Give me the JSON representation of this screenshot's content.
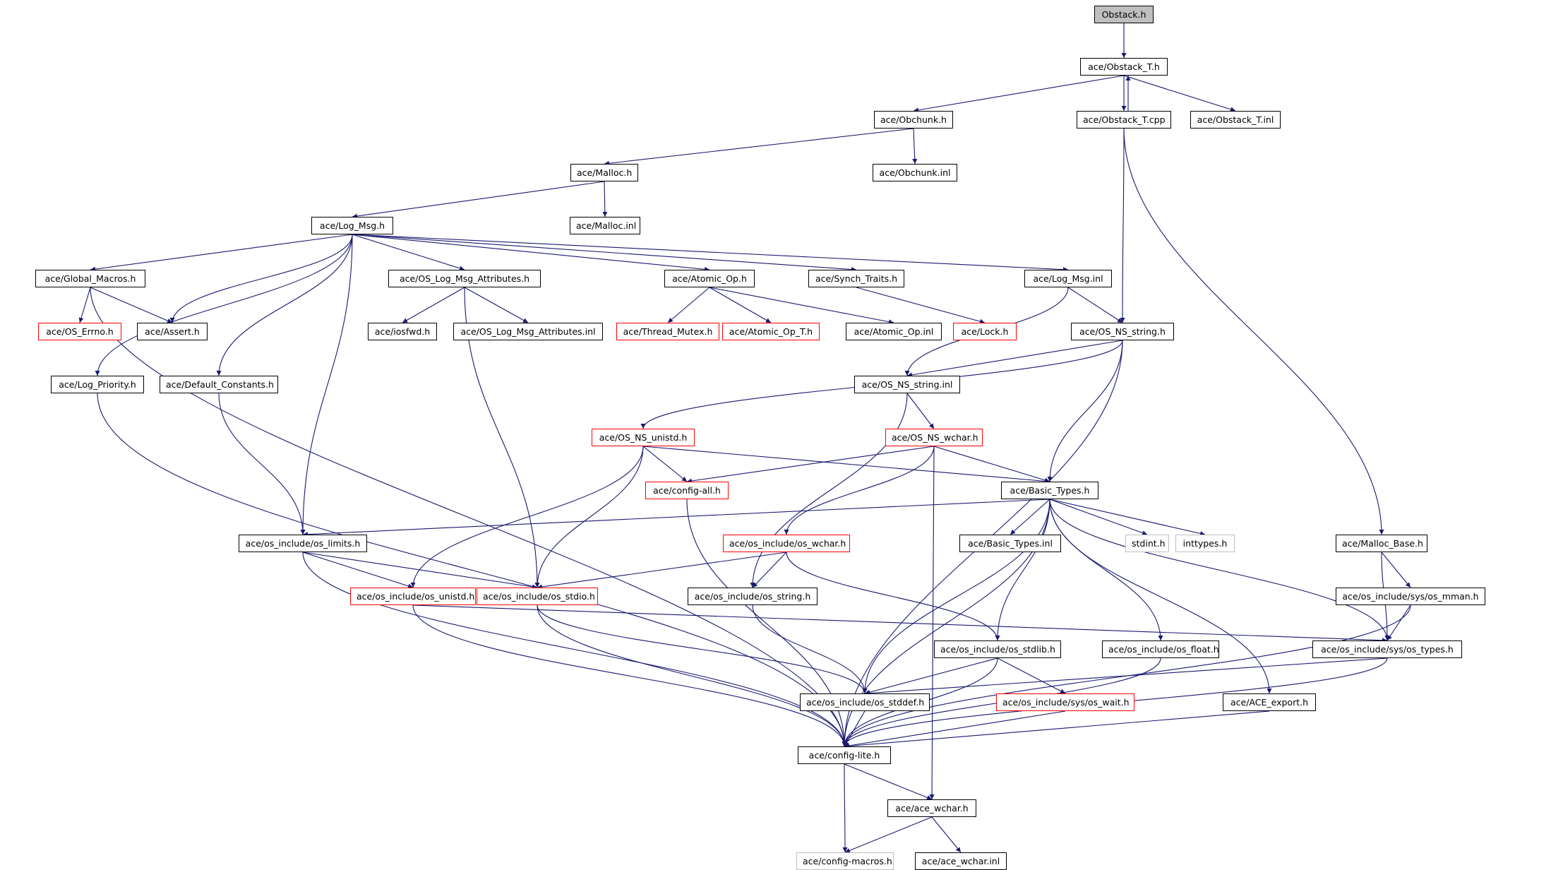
{
  "diagram": {
    "colors": {
      "edge": "#191970",
      "border_normal": "#000000",
      "border_incomplete": "#ff0000",
      "border_external": "#bfbfbf",
      "root_fill": "#bfbfbf"
    },
    "nodes": [
      {
        "id": "obstack",
        "label": "Obstack.h",
        "style": "root"
      },
      {
        "id": "obstack_t_h",
        "label": "ace/Obstack_T.h",
        "style": "normal"
      },
      {
        "id": "obchunk_h",
        "label": "ace/Obchunk.h",
        "style": "normal"
      },
      {
        "id": "obstack_t_cpp",
        "label": "ace/Obstack_T.cpp",
        "style": "normal"
      },
      {
        "id": "obstack_t_inl",
        "label": "ace/Obstack_T.inl",
        "style": "normal"
      },
      {
        "id": "malloc_h",
        "label": "ace/Malloc.h",
        "style": "normal"
      },
      {
        "id": "obchunk_inl",
        "label": "ace/Obchunk.inl",
        "style": "normal"
      },
      {
        "id": "log_msg_h",
        "label": "ace/Log_Msg.h",
        "style": "normal"
      },
      {
        "id": "malloc_inl",
        "label": "ace/Malloc.inl",
        "style": "normal"
      },
      {
        "id": "global_macros",
        "label": "ace/Global_Macros.h",
        "style": "normal"
      },
      {
        "id": "os_log_attr_h",
        "label": "ace/OS_Log_Msg_Attributes.h",
        "style": "normal"
      },
      {
        "id": "atomic_op_h",
        "label": "ace/Atomic_Op.h",
        "style": "normal"
      },
      {
        "id": "synch_traits",
        "label": "ace/Synch_Traits.h",
        "style": "normal"
      },
      {
        "id": "log_msg_inl",
        "label": "ace/Log_Msg.inl",
        "style": "normal"
      },
      {
        "id": "os_errno",
        "label": "ace/OS_Errno.h",
        "style": "incomplete"
      },
      {
        "id": "assert_h",
        "label": "ace/Assert.h",
        "style": "normal"
      },
      {
        "id": "iosfwd",
        "label": "ace/iosfwd.h",
        "style": "normal"
      },
      {
        "id": "os_log_attr_inl",
        "label": "ace/OS_Log_Msg_Attributes.inl",
        "style": "normal"
      },
      {
        "id": "thread_mutex",
        "label": "ace/Thread_Mutex.h",
        "style": "incomplete"
      },
      {
        "id": "atomic_op_t",
        "label": "ace/Atomic_Op_T.h",
        "style": "incomplete"
      },
      {
        "id": "atomic_op_inl",
        "label": "ace/Atomic_Op.inl",
        "style": "normal"
      },
      {
        "id": "lock_h",
        "label": "ace/Lock.h",
        "style": "incomplete"
      },
      {
        "id": "os_ns_string_h",
        "label": "ace/OS_NS_string.h",
        "style": "normal"
      },
      {
        "id": "log_priority",
        "label": "ace/Log_Priority.h",
        "style": "normal"
      },
      {
        "id": "default_constants",
        "label": "ace/Default_Constants.h",
        "style": "normal"
      },
      {
        "id": "os_ns_string_inl",
        "label": "ace/OS_NS_string.inl",
        "style": "normal"
      },
      {
        "id": "os_ns_unistd",
        "label": "ace/OS_NS_unistd.h",
        "style": "incomplete"
      },
      {
        "id": "os_ns_wchar",
        "label": "ace/OS_NS_wchar.h",
        "style": "incomplete"
      },
      {
        "id": "config_all",
        "label": "ace/config-all.h",
        "style": "incomplete"
      },
      {
        "id": "basic_types_h",
        "label": "ace/Basic_Types.h",
        "style": "normal"
      },
      {
        "id": "os_limits",
        "label": "ace/os_include/os_limits.h",
        "style": "normal"
      },
      {
        "id": "os_wchar",
        "label": "ace/os_include/os_wchar.h",
        "style": "incomplete"
      },
      {
        "id": "basic_types_inl",
        "label": "ace/Basic_Types.inl",
        "style": "normal"
      },
      {
        "id": "stdint",
        "label": "stdint.h",
        "style": "external"
      },
      {
        "id": "inttypes",
        "label": "inttypes.h",
        "style": "external"
      },
      {
        "id": "malloc_base",
        "label": "ace/Malloc_Base.h",
        "style": "normal"
      },
      {
        "id": "os_unistd",
        "label": "ace/os_include/os_unistd.h",
        "style": "incomplete"
      },
      {
        "id": "os_stdio",
        "label": "ace/os_include/os_stdio.h",
        "style": "incomplete"
      },
      {
        "id": "os_string",
        "label": "ace/os_include/os_string.h",
        "style": "normal"
      },
      {
        "id": "os_mman",
        "label": "ace/os_include/sys/os_mman.h",
        "style": "normal"
      },
      {
        "id": "os_stdlib",
        "label": "ace/os_include/os_stdlib.h",
        "style": "normal"
      },
      {
        "id": "os_float",
        "label": "ace/os_include/os_float.h",
        "style": "normal"
      },
      {
        "id": "os_types",
        "label": "ace/os_include/sys/os_types.h",
        "style": "normal"
      },
      {
        "id": "os_stddef",
        "label": "ace/os_include/os_stddef.h",
        "style": "normal"
      },
      {
        "id": "os_wait",
        "label": "ace/os_include/sys/os_wait.h",
        "style": "incomplete"
      },
      {
        "id": "ace_export",
        "label": "ace/ACE_export.h",
        "style": "normal"
      },
      {
        "id": "config_lite",
        "label": "ace/config-lite.h",
        "style": "normal"
      },
      {
        "id": "ace_wchar_h",
        "label": "ace/ace_wchar.h",
        "style": "normal"
      },
      {
        "id": "config_macros",
        "label": "ace/config-macros.h",
        "style": "external"
      },
      {
        "id": "ace_wchar_inl",
        "label": "ace/ace_wchar.inl",
        "style": "normal"
      }
    ],
    "edges": [
      [
        "obstack",
        "obstack_t_h"
      ],
      [
        "obstack_t_h",
        "obchunk_h"
      ],
      [
        "obstack_t_h",
        "obstack_t_cpp"
      ],
      [
        "obstack_t_h",
        "obstack_t_inl"
      ],
      [
        "obstack_t_cpp",
        "obstack_t_h"
      ],
      [
        "obstack_t_cpp",
        "os_ns_string_h"
      ],
      [
        "obstack_t_cpp",
        "malloc_base"
      ],
      [
        "obchunk_h",
        "malloc_h"
      ],
      [
        "obchunk_h",
        "obchunk_inl"
      ],
      [
        "malloc_h",
        "log_msg_h"
      ],
      [
        "malloc_h",
        "malloc_inl"
      ],
      [
        "log_msg_h",
        "global_macros"
      ],
      [
        "log_msg_h",
        "assert_h"
      ],
      [
        "log_msg_h",
        "os_log_attr_h"
      ],
      [
        "log_msg_h",
        "atomic_op_h"
      ],
      [
        "log_msg_h",
        "synch_traits"
      ],
      [
        "log_msg_h",
        "log_msg_inl"
      ],
      [
        "log_msg_h",
        "log_priority"
      ],
      [
        "log_msg_h",
        "default_constants"
      ],
      [
        "log_msg_h",
        "os_limits"
      ],
      [
        "global_macros",
        "os_errno"
      ],
      [
        "global_macros",
        "assert_h"
      ],
      [
        "global_macros",
        "config_lite"
      ],
      [
        "os_log_attr_h",
        "iosfwd"
      ],
      [
        "os_log_attr_h",
        "os_log_attr_inl"
      ],
      [
        "os_log_attr_h",
        "os_stdio"
      ],
      [
        "atomic_op_h",
        "thread_mutex"
      ],
      [
        "atomic_op_h",
        "atomic_op_t"
      ],
      [
        "atomic_op_h",
        "atomic_op_inl"
      ],
      [
        "synch_traits",
        "lock_h"
      ],
      [
        "log_msg_inl",
        "os_ns_string_h"
      ],
      [
        "log_msg_inl",
        "os_ns_string_inl"
      ],
      [
        "os_ns_string_h",
        "os_ns_string_inl"
      ],
      [
        "os_ns_string_h",
        "basic_types_h"
      ],
      [
        "os_ns_string_h",
        "os_ns_unistd"
      ],
      [
        "os_ns_string_h",
        "config_lite"
      ],
      [
        "os_ns_string_inl",
        "os_ns_wchar"
      ],
      [
        "os_ns_string_inl",
        "os_string"
      ],
      [
        "log_priority",
        "config_lite"
      ],
      [
        "default_constants",
        "os_limits"
      ],
      [
        "os_ns_unistd",
        "config_all"
      ],
      [
        "os_ns_unistd",
        "basic_types_h"
      ],
      [
        "os_ns_unistd",
        "os_unistd"
      ],
      [
        "os_ns_unistd",
        "os_stdio"
      ],
      [
        "os_ns_wchar",
        "config_all"
      ],
      [
        "os_ns_wchar",
        "basic_types_h"
      ],
      [
        "os_ns_wchar",
        "os_wchar"
      ],
      [
        "os_ns_wchar",
        "ace_wchar_h"
      ],
      [
        "config_all",
        "config_lite"
      ],
      [
        "basic_types_h",
        "os_limits"
      ],
      [
        "basic_types_h",
        "basic_types_inl"
      ],
      [
        "basic_types_h",
        "stdint"
      ],
      [
        "basic_types_h",
        "inttypes"
      ],
      [
        "basic_types_h",
        "os_types"
      ],
      [
        "basic_types_h",
        "os_stdlib"
      ],
      [
        "basic_types_h",
        "os_float"
      ],
      [
        "basic_types_h",
        "os_stddef"
      ],
      [
        "basic_types_h",
        "ace_export"
      ],
      [
        "basic_types_h",
        "config_lite"
      ],
      [
        "os_limits",
        "os_unistd"
      ],
      [
        "os_limits",
        "os_stdio"
      ],
      [
        "os_limits",
        "config_lite"
      ],
      [
        "os_wchar",
        "os_stdio"
      ],
      [
        "os_wchar",
        "os_string"
      ],
      [
        "os_wchar",
        "os_stdlib"
      ],
      [
        "malloc_base",
        "os_types"
      ],
      [
        "malloc_base",
        "os_mman"
      ],
      [
        "os_mman",
        "os_types"
      ],
      [
        "os_mman",
        "config_lite"
      ],
      [
        "os_unistd",
        "os_types"
      ],
      [
        "os_unistd",
        "config_lite"
      ],
      [
        "os_stdio",
        "os_stddef"
      ],
      [
        "os_stdio",
        "config_lite"
      ],
      [
        "os_string",
        "os_stddef"
      ],
      [
        "os_stdlib",
        "os_stddef"
      ],
      [
        "os_stdlib",
        "os_wait"
      ],
      [
        "os_stdlib",
        "config_lite"
      ],
      [
        "os_float",
        "config_lite"
      ],
      [
        "os_types",
        "os_stddef"
      ],
      [
        "os_types",
        "config_lite"
      ],
      [
        "os_stddef",
        "config_lite"
      ],
      [
        "os_wait",
        "config_lite"
      ],
      [
        "ace_export",
        "config_lite"
      ],
      [
        "config_lite",
        "ace_wchar_h"
      ],
      [
        "config_lite",
        "config_macros"
      ],
      [
        "ace_wchar_h",
        "config_macros"
      ],
      [
        "ace_wchar_h",
        "ace_wchar_inl"
      ]
    ]
  }
}
